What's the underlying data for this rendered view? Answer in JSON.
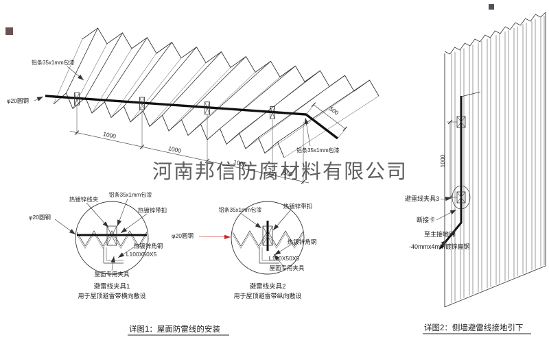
{
  "watermark": "河南邦信防腐材料有限公司",
  "colors": {
    "line": "#333333",
    "wire": "#111111",
    "red": "#cc2222",
    "watermark": "#8f8f8f"
  },
  "roof": {
    "label_alum_top": "铝条35x1mm包漆",
    "label_alum_right": "铝条35x1mm包漆",
    "label_round_steel": "φ20圆钢",
    "dims": [
      "1000",
      "1000",
      "1000",
      "500"
    ],
    "dim_tail": "500"
  },
  "detail1": {
    "labels": {
      "wire_clip": "热镀锌线夹",
      "alum": "铝条35x1mm包漆",
      "buckle": "热镀锌带扣",
      "round_steel": "φ20圆钢",
      "angle_steel": "热镀锌角钢",
      "angle_spec": "L100X50X5",
      "roof_clamp": "屋面专用夹具"
    },
    "title": "避雷线夹具1",
    "subtitle": "用于屋顶避雷带横向敷设"
  },
  "detail2": {
    "labels": {
      "alum": "铝条35x1mm包漆",
      "buckle": "热镀锌带扣",
      "round_steel": "φ20圆钢",
      "angle_steel": "热镀锌角钢",
      "angle_spec": "L100X50X5",
      "roof_clamp": "屋面专用夹具"
    },
    "title": "避雷线夹具2",
    "subtitle": "用于屋顶避雷带纵向敷设"
  },
  "wall": {
    "dim": "1000",
    "clamp3": "避雷线夹具3",
    "disconnect": "断接卡",
    "to_ground": "至主接地网",
    "flat_steel": "-40mmx4mm镀锌扁钢"
  },
  "captions": {
    "fig1": "详图1：屋面防雷线的安装",
    "fig2": "详图2：侧墙避雷线接地引下"
  }
}
